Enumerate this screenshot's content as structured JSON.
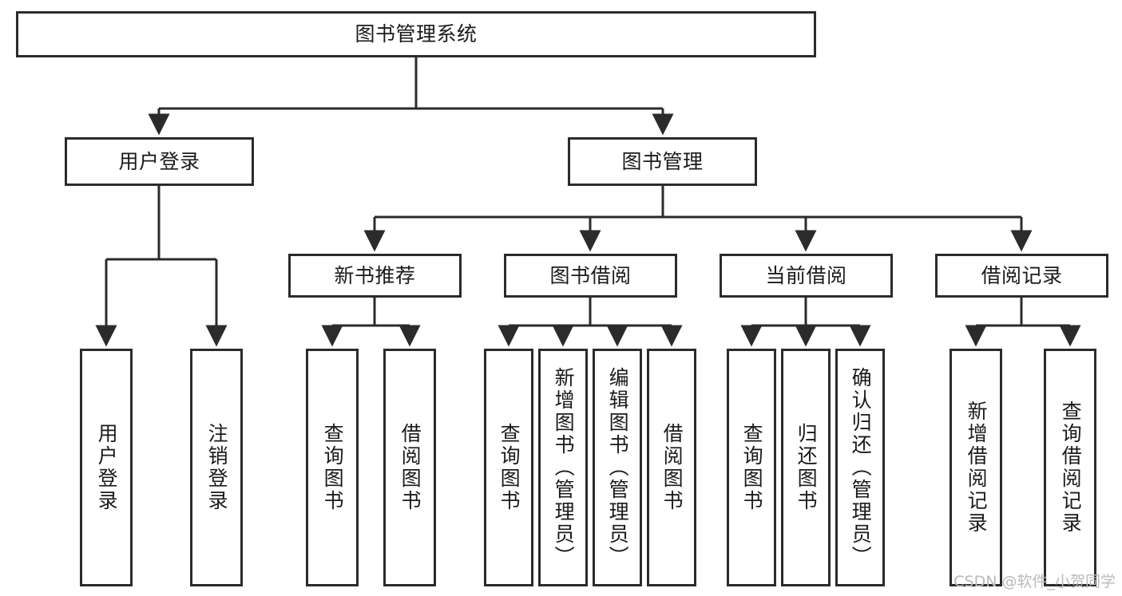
{
  "diagram": {
    "title": "图书管理系统",
    "type": "tree-hierarchy",
    "root": {
      "label": "图书管理系统",
      "id": "root"
    },
    "level1": [
      {
        "id": "user-login",
        "label": "用户登录"
      },
      {
        "id": "book-manage",
        "label": "图书管理"
      }
    ],
    "level2": [
      {
        "id": "new-book-rec",
        "label": "新书推荐",
        "parent": "book-manage"
      },
      {
        "id": "book-borrow",
        "label": "图书借阅",
        "parent": "book-manage"
      },
      {
        "id": "current-borrow",
        "label": "当前借阅",
        "parent": "book-manage"
      },
      {
        "id": "borrow-record",
        "label": "借阅记录",
        "parent": "book-manage"
      }
    ],
    "leaves": [
      {
        "id": "leaf-user-login",
        "label": "用户登录",
        "parent": "user-login"
      },
      {
        "id": "leaf-logout",
        "label": "注销登录",
        "parent": "user-login"
      },
      {
        "id": "leaf-query-book-1",
        "label": "查询图书",
        "parent": "new-book-rec"
      },
      {
        "id": "leaf-borrow-book-1",
        "label": "借阅图书",
        "parent": "new-book-rec"
      },
      {
        "id": "leaf-query-book-2",
        "label": "查询图书",
        "parent": "book-borrow"
      },
      {
        "id": "leaf-add-book",
        "label": "新增图书（管理员）",
        "parent": "book-borrow"
      },
      {
        "id": "leaf-edit-book",
        "label": "编辑图书（管理员）",
        "parent": "book-borrow"
      },
      {
        "id": "leaf-borrow-book-2",
        "label": "借阅图书",
        "parent": "book-borrow"
      },
      {
        "id": "leaf-query-book-3",
        "label": "查询图书",
        "parent": "current-borrow"
      },
      {
        "id": "leaf-return-book",
        "label": "归还图书",
        "parent": "current-borrow"
      },
      {
        "id": "leaf-confirm-return",
        "label": "确认归还（管理员）",
        "parent": "current-borrow"
      },
      {
        "id": "leaf-add-record",
        "label": "新增借阅记录",
        "parent": "borrow-record"
      },
      {
        "id": "leaf-query-record",
        "label": "查询借阅记录",
        "parent": "borrow-record"
      }
    ],
    "watermark": "CSDN @软件_小贺同学",
    "colors": {
      "stroke": "#2b2b2b",
      "fill": "#ffffff",
      "text": "#1a1a1a",
      "watermark": "#b9b9b9"
    }
  }
}
